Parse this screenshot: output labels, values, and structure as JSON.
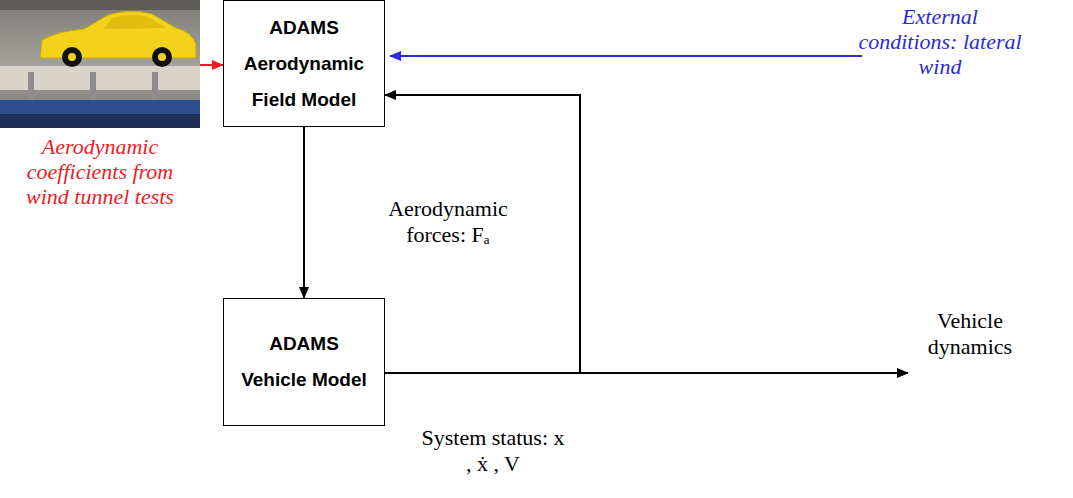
{
  "diagram": {
    "nodes": [
      {
        "text": [
          "Aerodynamic coefficients from wind tunnel tests"
        ]
      },
      {
        "text": [
          "ADAMS Aerodynamic Field Model"
        ]
      },
      {
        "text": [
          "ADAMS Vehicle Model"
        ]
      }
    ],
    "edges": [
      {
        "from": 0,
        "to": 1,
        "arrow": "to"
      },
      {
        "from": 1,
        "to": 2,
        "label": "Aerodynamic forces: Fₐ",
        "arrow": "to"
      },
      {
        "from": 2,
        "to": 1,
        "arrow": "to"
      }
    ],
    "labels": [
      "External conditions: lateral wind",
      "System status: x , ẋ , V",
      "Vehicle dynamics"
    ]
  }
}
